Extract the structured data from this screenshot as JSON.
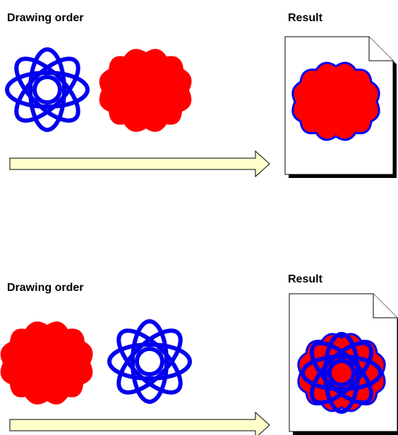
{
  "colors": {
    "stroke_shape": "#0000ee",
    "fill_shape": "#ff0000",
    "arrow_fill": "#ffffcc",
    "arrow_stroke": "#000000",
    "page_fill": "#ffffff",
    "page_shadow": "#000000"
  },
  "panels": [
    {
      "drawing_order_label": "Drawing order",
      "result_label": "Result",
      "drawing_order": [
        "stroke-flower",
        "filled-flower"
      ],
      "result_composition": "stroke-beneath-fill"
    },
    {
      "drawing_order_label": "Drawing order",
      "result_label": "Result",
      "drawing_order": [
        "filled-flower",
        "stroke-flower"
      ],
      "result_composition": "stroke-over-fill"
    }
  ]
}
